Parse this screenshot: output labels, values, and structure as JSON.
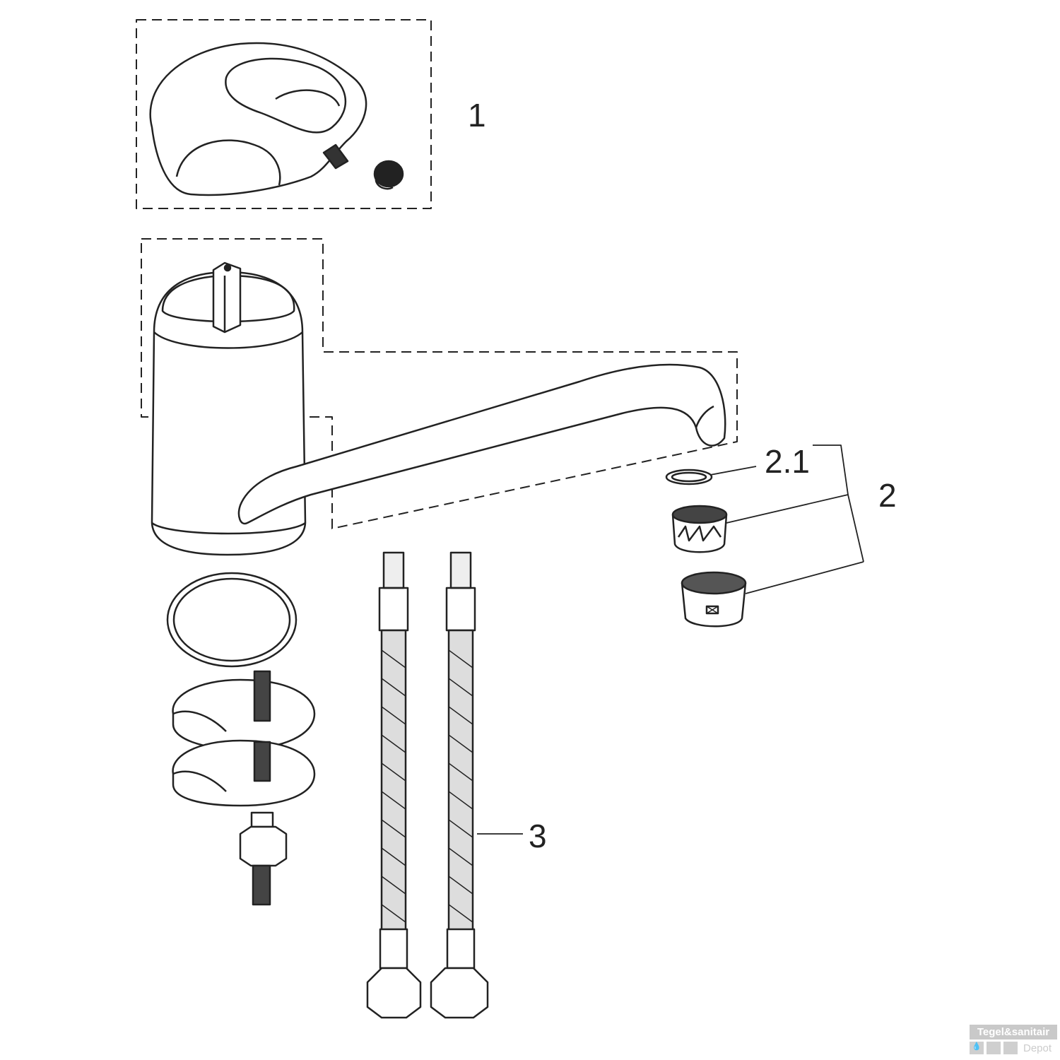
{
  "callouts": {
    "handle_group": "1",
    "aerator_group": "2",
    "aerator_seal": "2.1",
    "hoses": "3"
  },
  "watermark": {
    "brand": "Tegel&sanitair",
    "sub": "Depot",
    "icon": "water-drop-icon"
  }
}
